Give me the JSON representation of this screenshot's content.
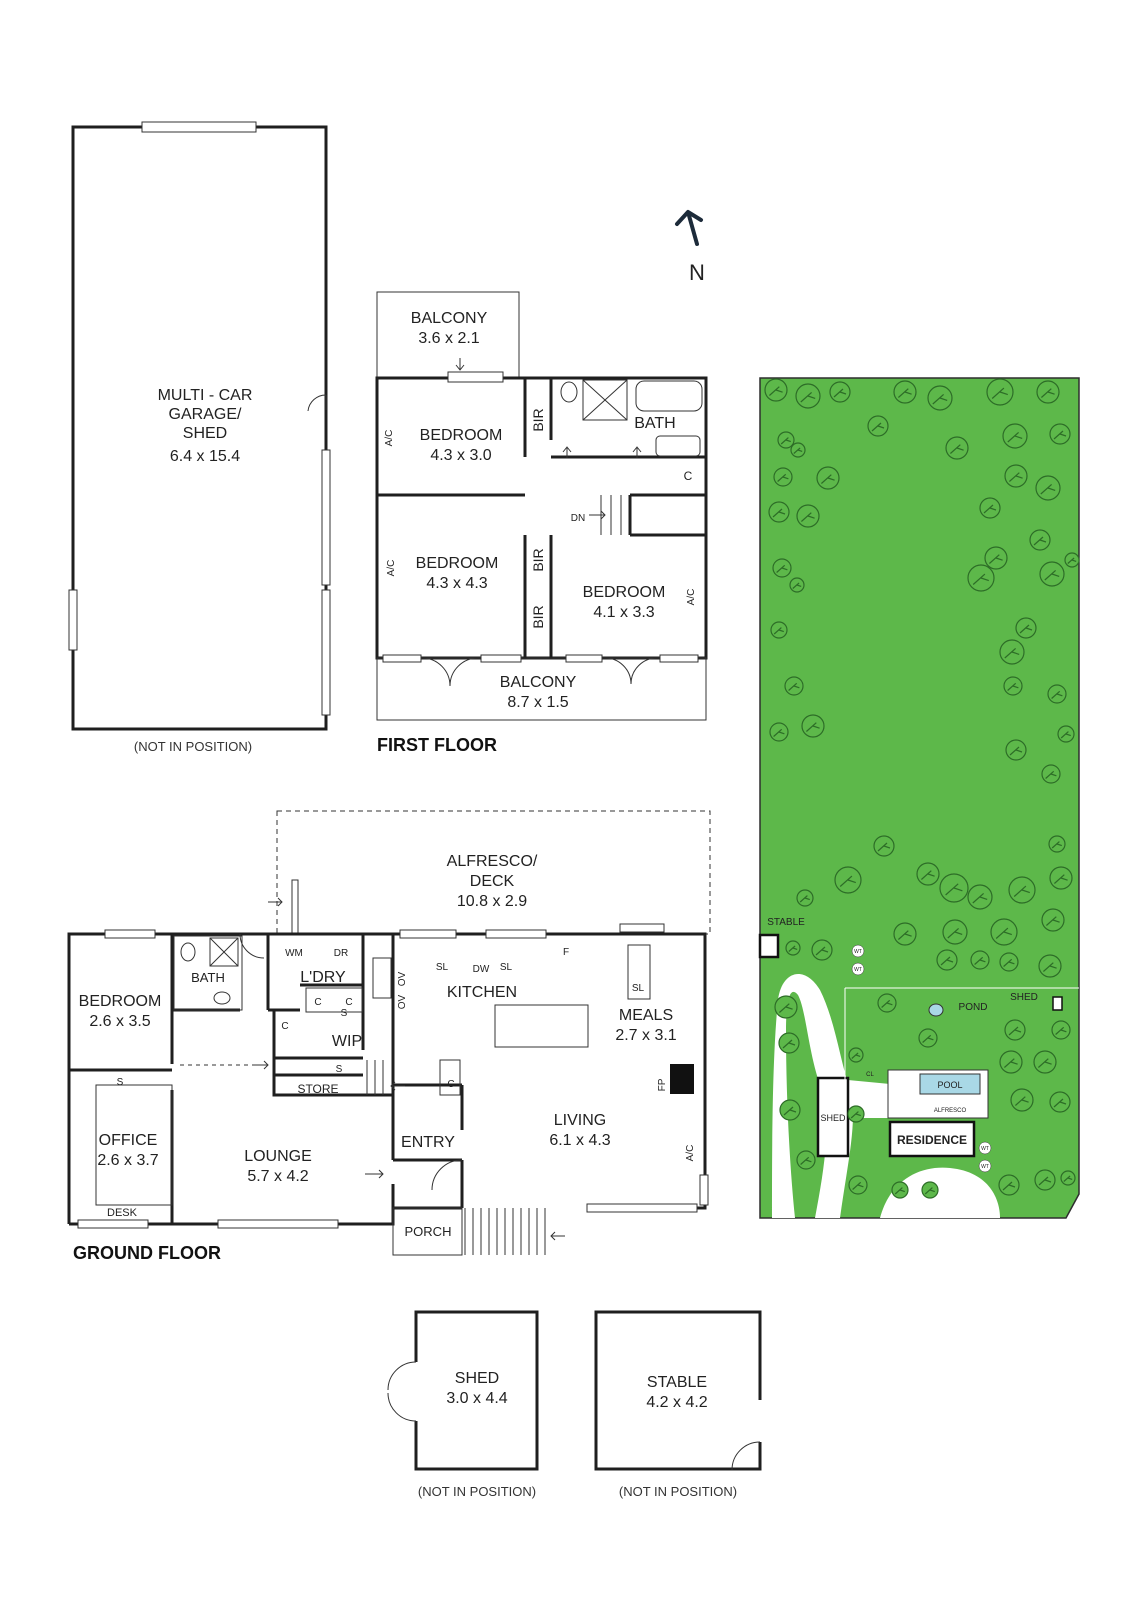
{
  "north_label": "N",
  "garage": {
    "name": "MULTI - CAR",
    "name2": "GARAGE/",
    "name3": "SHED",
    "dims": "6.4 x 15.4",
    "note": "(NOT IN POSITION)"
  },
  "first_floor": {
    "caption": "FIRST FLOOR",
    "balcony_top": {
      "name": "BALCONY",
      "dims": "3.6 x 2.1"
    },
    "bedroom1": {
      "name": "BEDROOM",
      "dims": "4.3 x 3.0"
    },
    "bedroom2": {
      "name": "BEDROOM",
      "dims": "4.3 x 4.3"
    },
    "bedroom3": {
      "name": "BEDROOM",
      "dims": "4.1 x 3.3"
    },
    "bath": "BATH",
    "bir": "BIR",
    "ac": "A/C",
    "c": "C",
    "dn": "DN",
    "balcony_bottom": {
      "name": "BALCONY",
      "dims": "8.7 x 1.5"
    }
  },
  "ground_floor": {
    "caption": "GROUND FLOOR",
    "alfresco": {
      "name": "ALFRESCO/",
      "name2": "DECK",
      "dims": "10.8 x 2.9"
    },
    "bedroom": {
      "name": "BEDROOM",
      "dims": "2.6 x 3.5"
    },
    "bath": "BATH",
    "office": {
      "name": "OFFICE",
      "dims": "2.6 x 3.7"
    },
    "desk": "DESK",
    "lounge": {
      "name": "LOUNGE",
      "dims": "5.7 x 4.2"
    },
    "laundry": "L'DRY",
    "wm": "WM",
    "dr": "DR",
    "wip": "WIP",
    "store": "STORE",
    "kitchen": "KITCHEN",
    "ov": "OV",
    "sl": "SL",
    "dw": "DW",
    "f": "F",
    "s": "S",
    "c": "C",
    "meals": {
      "name": "MEALS",
      "dims": "2.7 x 3.1"
    },
    "living": {
      "name": "LIVING",
      "dims": "6.1 x 4.3"
    },
    "entry": "ENTRY",
    "porch": "PORCH",
    "fp": "FP",
    "ac": "A/C"
  },
  "shed": {
    "name": "SHED",
    "dims": "3.0 x 4.4",
    "note": "(NOT IN POSITION)"
  },
  "stable": {
    "name": "STABLE",
    "dims": "4.2 x 4.2",
    "note": "(NOT IN POSITION)"
  },
  "site_plan": {
    "stable": "STABLE",
    "shed_top": "SHED",
    "pond": "POND",
    "shed_left": "SHED",
    "pool": "POOL",
    "alfresco": "ALFRESCO",
    "residence": "RESIDENCE",
    "cl": "CL",
    "wt": "WT",
    "colors": {
      "lawn": "#5db84a",
      "tree": "#3f8f35",
      "path": "#ffffff",
      "pool": "#a9d8e6"
    }
  }
}
